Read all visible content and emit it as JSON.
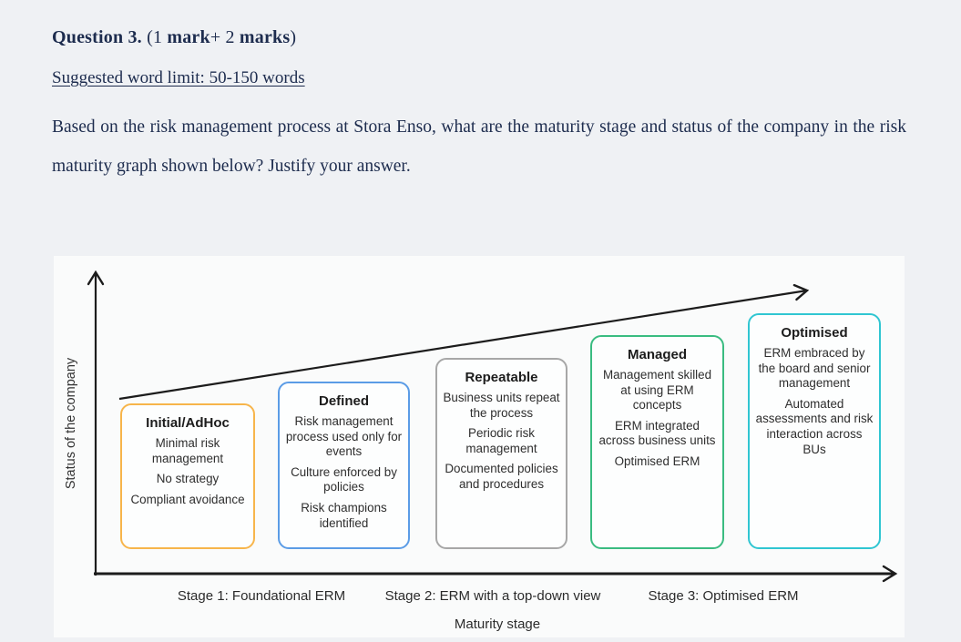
{
  "question": {
    "header": {
      "question_label": "Question 3.",
      "marks_open": " (1 ",
      "marks_bold1": "mark",
      "marks_mid": "+ 2 ",
      "marks_bold2": "marks",
      "marks_close": ")"
    },
    "word_limit": "Suggested word limit: 50-150 words",
    "body": "Based on the risk management process at Stora Enso, what are the maturity stage and status of the company in the risk maturity graph shown below? Justify your answer."
  },
  "chart": {
    "type": "maturity-diagram",
    "y_axis_label": "Status of the company",
    "x_axis_label": "Maturity stage",
    "stage_labels": [
      "Stage 1: Foundational ERM",
      "Stage 2: ERM with a top-down view",
      "Stage 3: Optimised ERM"
    ],
    "boxes": [
      {
        "title": "Initial/AdHoc",
        "border_color": "#f7b54b",
        "points": [
          "Minimal risk management",
          "No strategy",
          "Compliant avoidance"
        ]
      },
      {
        "title": "Defined",
        "border_color": "#5b9ce6",
        "points": [
          "Risk management process used only for events",
          "Culture enforced by policies",
          "Risk champions identified"
        ]
      },
      {
        "title": "Repeatable",
        "border_color": "#a7a7a7",
        "points": [
          "Business units repeat the process",
          "Periodic risk management",
          "Documented policies and procedures"
        ]
      },
      {
        "title": "Managed",
        "border_color": "#3abc81",
        "points": [
          "Management skilled at using ERM concepts",
          "ERM integrated across business units",
          "Optimised ERM"
        ]
      },
      {
        "title": "Optimised",
        "border_color": "#30c6d2",
        "points": [
          "ERM embraced by the board and senior management",
          "Automated assessments and risk interaction across BUs"
        ]
      }
    ],
    "colors": {
      "page_background": "#eff1f4",
      "panel_background": "#fafbfb",
      "document_text": "#1d2c4e",
      "axis": "#1c1c1c"
    }
  }
}
